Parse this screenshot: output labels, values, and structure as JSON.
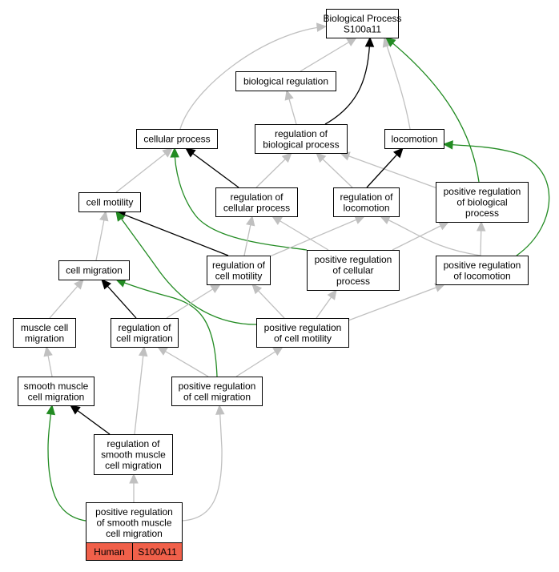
{
  "colors": {
    "is_a": "#c0c0c0",
    "regulates": "#000000",
    "positively_regulates": "#228b22",
    "species_fill": "#f0604a",
    "node_fill": "#ffffff",
    "node_stroke": "#000000"
  },
  "nodes": [
    {
      "id": "root",
      "lines": [
        "Biological Process",
        "S100a11"
      ]
    },
    {
      "id": "bio_reg",
      "lines": [
        "biological regulation"
      ]
    },
    {
      "id": "cell_proc",
      "lines": [
        "cellular process"
      ]
    },
    {
      "id": "reg_bio_proc",
      "lines": [
        "regulation of",
        "biological process"
      ]
    },
    {
      "id": "locomotion",
      "lines": [
        "locomotion"
      ]
    },
    {
      "id": "cell_motility",
      "lines": [
        "cell motility"
      ]
    },
    {
      "id": "reg_cell_proc",
      "lines": [
        "regulation of",
        "cellular process"
      ]
    },
    {
      "id": "reg_locomotion",
      "lines": [
        "regulation of",
        "locomotion"
      ]
    },
    {
      "id": "pos_reg_bio_proc",
      "lines": [
        "positive regulation",
        "of biological",
        "process"
      ]
    },
    {
      "id": "cell_migration",
      "lines": [
        "cell migration"
      ]
    },
    {
      "id": "reg_cell_motility",
      "lines": [
        "regulation of",
        "cell motility"
      ]
    },
    {
      "id": "pos_reg_cell_proc",
      "lines": [
        "positive regulation",
        "of cellular",
        "process"
      ]
    },
    {
      "id": "pos_reg_locomotion",
      "lines": [
        "positive regulation",
        "of locomotion"
      ]
    },
    {
      "id": "muscle_cell_migration",
      "lines": [
        "muscle cell",
        "migration"
      ]
    },
    {
      "id": "reg_cell_migration",
      "lines": [
        "regulation of",
        "cell migration"
      ]
    },
    {
      "id": "pos_reg_cell_motility",
      "lines": [
        "positive regulation",
        "of cell motility"
      ]
    },
    {
      "id": "smooth_muscle_cell_migration",
      "lines": [
        "smooth muscle",
        "cell migration"
      ]
    },
    {
      "id": "pos_reg_cell_migration",
      "lines": [
        "positive regulation",
        "of cell migration"
      ]
    },
    {
      "id": "reg_smooth_muscle_cell_migration",
      "lines": [
        "regulation of",
        "smooth muscle",
        "cell migration"
      ]
    },
    {
      "id": "pos_reg_smooth_muscle_cell_migration",
      "lines": [
        "positive regulation",
        "of smooth muscle",
        "cell migration"
      ]
    }
  ],
  "species_label": {
    "species": "Human",
    "gene": "S100A11"
  },
  "edges": [
    {
      "from": "bio_reg",
      "to": "root",
      "type": "is_a"
    },
    {
      "from": "cell_proc",
      "to": "root",
      "type": "is_a"
    },
    {
      "from": "reg_bio_proc",
      "to": "root",
      "type": "regulates"
    },
    {
      "from": "locomotion",
      "to": "root",
      "type": "is_a"
    },
    {
      "from": "pos_reg_bio_proc",
      "to": "root",
      "type": "positively_regulates"
    },
    {
      "from": "reg_bio_proc",
      "to": "bio_reg",
      "type": "is_a"
    },
    {
      "from": "cell_motility",
      "to": "cell_proc",
      "type": "is_a"
    },
    {
      "from": "reg_cell_proc",
      "to": "cell_proc",
      "type": "regulates"
    },
    {
      "from": "pos_reg_cell_proc",
      "to": "cell_proc",
      "type": "positively_regulates"
    },
    {
      "from": "reg_cell_proc",
      "to": "reg_bio_proc",
      "type": "is_a"
    },
    {
      "from": "reg_locomotion",
      "to": "reg_bio_proc",
      "type": "is_a"
    },
    {
      "from": "pos_reg_bio_proc",
      "to": "reg_bio_proc",
      "type": "is_a"
    },
    {
      "from": "reg_locomotion",
      "to": "locomotion",
      "type": "regulates"
    },
    {
      "from": "pos_reg_locomotion",
      "to": "locomotion",
      "type": "positively_regulates"
    },
    {
      "from": "cell_migration",
      "to": "cell_motility",
      "type": "is_a"
    },
    {
      "from": "reg_cell_motility",
      "to": "cell_motility",
      "type": "regulates"
    },
    {
      "from": "pos_reg_cell_motility",
      "to": "cell_motility",
      "type": "positively_regulates"
    },
    {
      "from": "reg_cell_motility",
      "to": "reg_cell_proc",
      "type": "is_a"
    },
    {
      "from": "pos_reg_cell_proc",
      "to": "reg_cell_proc",
      "type": "is_a"
    },
    {
      "from": "reg_cell_motility",
      "to": "reg_locomotion",
      "type": "is_a"
    },
    {
      "from": "pos_reg_locomotion",
      "to": "reg_locomotion",
      "type": "is_a"
    },
    {
      "from": "pos_reg_cell_proc",
      "to": "pos_reg_bio_proc",
      "type": "is_a"
    },
    {
      "from": "pos_reg_locomotion",
      "to": "pos_reg_bio_proc",
      "type": "is_a"
    },
    {
      "from": "muscle_cell_migration",
      "to": "cell_migration",
      "type": "is_a"
    },
    {
      "from": "reg_cell_migration",
      "to": "cell_migration",
      "type": "regulates"
    },
    {
      "from": "pos_reg_cell_migration",
      "to": "cell_migration",
      "type": "positively_regulates"
    },
    {
      "from": "reg_cell_migration",
      "to": "reg_cell_motility",
      "type": "is_a"
    },
    {
      "from": "pos_reg_cell_motility",
      "to": "reg_cell_motility",
      "type": "is_a"
    },
    {
      "from": "pos_reg_cell_motility",
      "to": "pos_reg_cell_proc",
      "type": "is_a"
    },
    {
      "from": "pos_reg_cell_motility",
      "to": "pos_reg_locomotion",
      "type": "is_a"
    },
    {
      "from": "smooth_muscle_cell_migration",
      "to": "muscle_cell_migration",
      "type": "is_a"
    },
    {
      "from": "pos_reg_cell_migration",
      "to": "reg_cell_migration",
      "type": "is_a"
    },
    {
      "from": "pos_reg_cell_migration",
      "to": "pos_reg_cell_motility",
      "type": "is_a"
    },
    {
      "from": "reg_smooth_muscle_cell_migration",
      "to": "smooth_muscle_cell_migration",
      "type": "regulates"
    },
    {
      "from": "reg_smooth_muscle_cell_migration",
      "to": "reg_cell_migration",
      "type": "is_a"
    },
    {
      "from": "pos_reg_smooth_muscle_cell_migration",
      "to": "reg_smooth_muscle_cell_migration",
      "type": "is_a"
    },
    {
      "from": "pos_reg_smooth_muscle_cell_migration",
      "to": "smooth_muscle_cell_migration",
      "type": "positively_regulates"
    },
    {
      "from": "pos_reg_smooth_muscle_cell_migration",
      "to": "pos_reg_cell_migration",
      "type": "is_a"
    }
  ]
}
